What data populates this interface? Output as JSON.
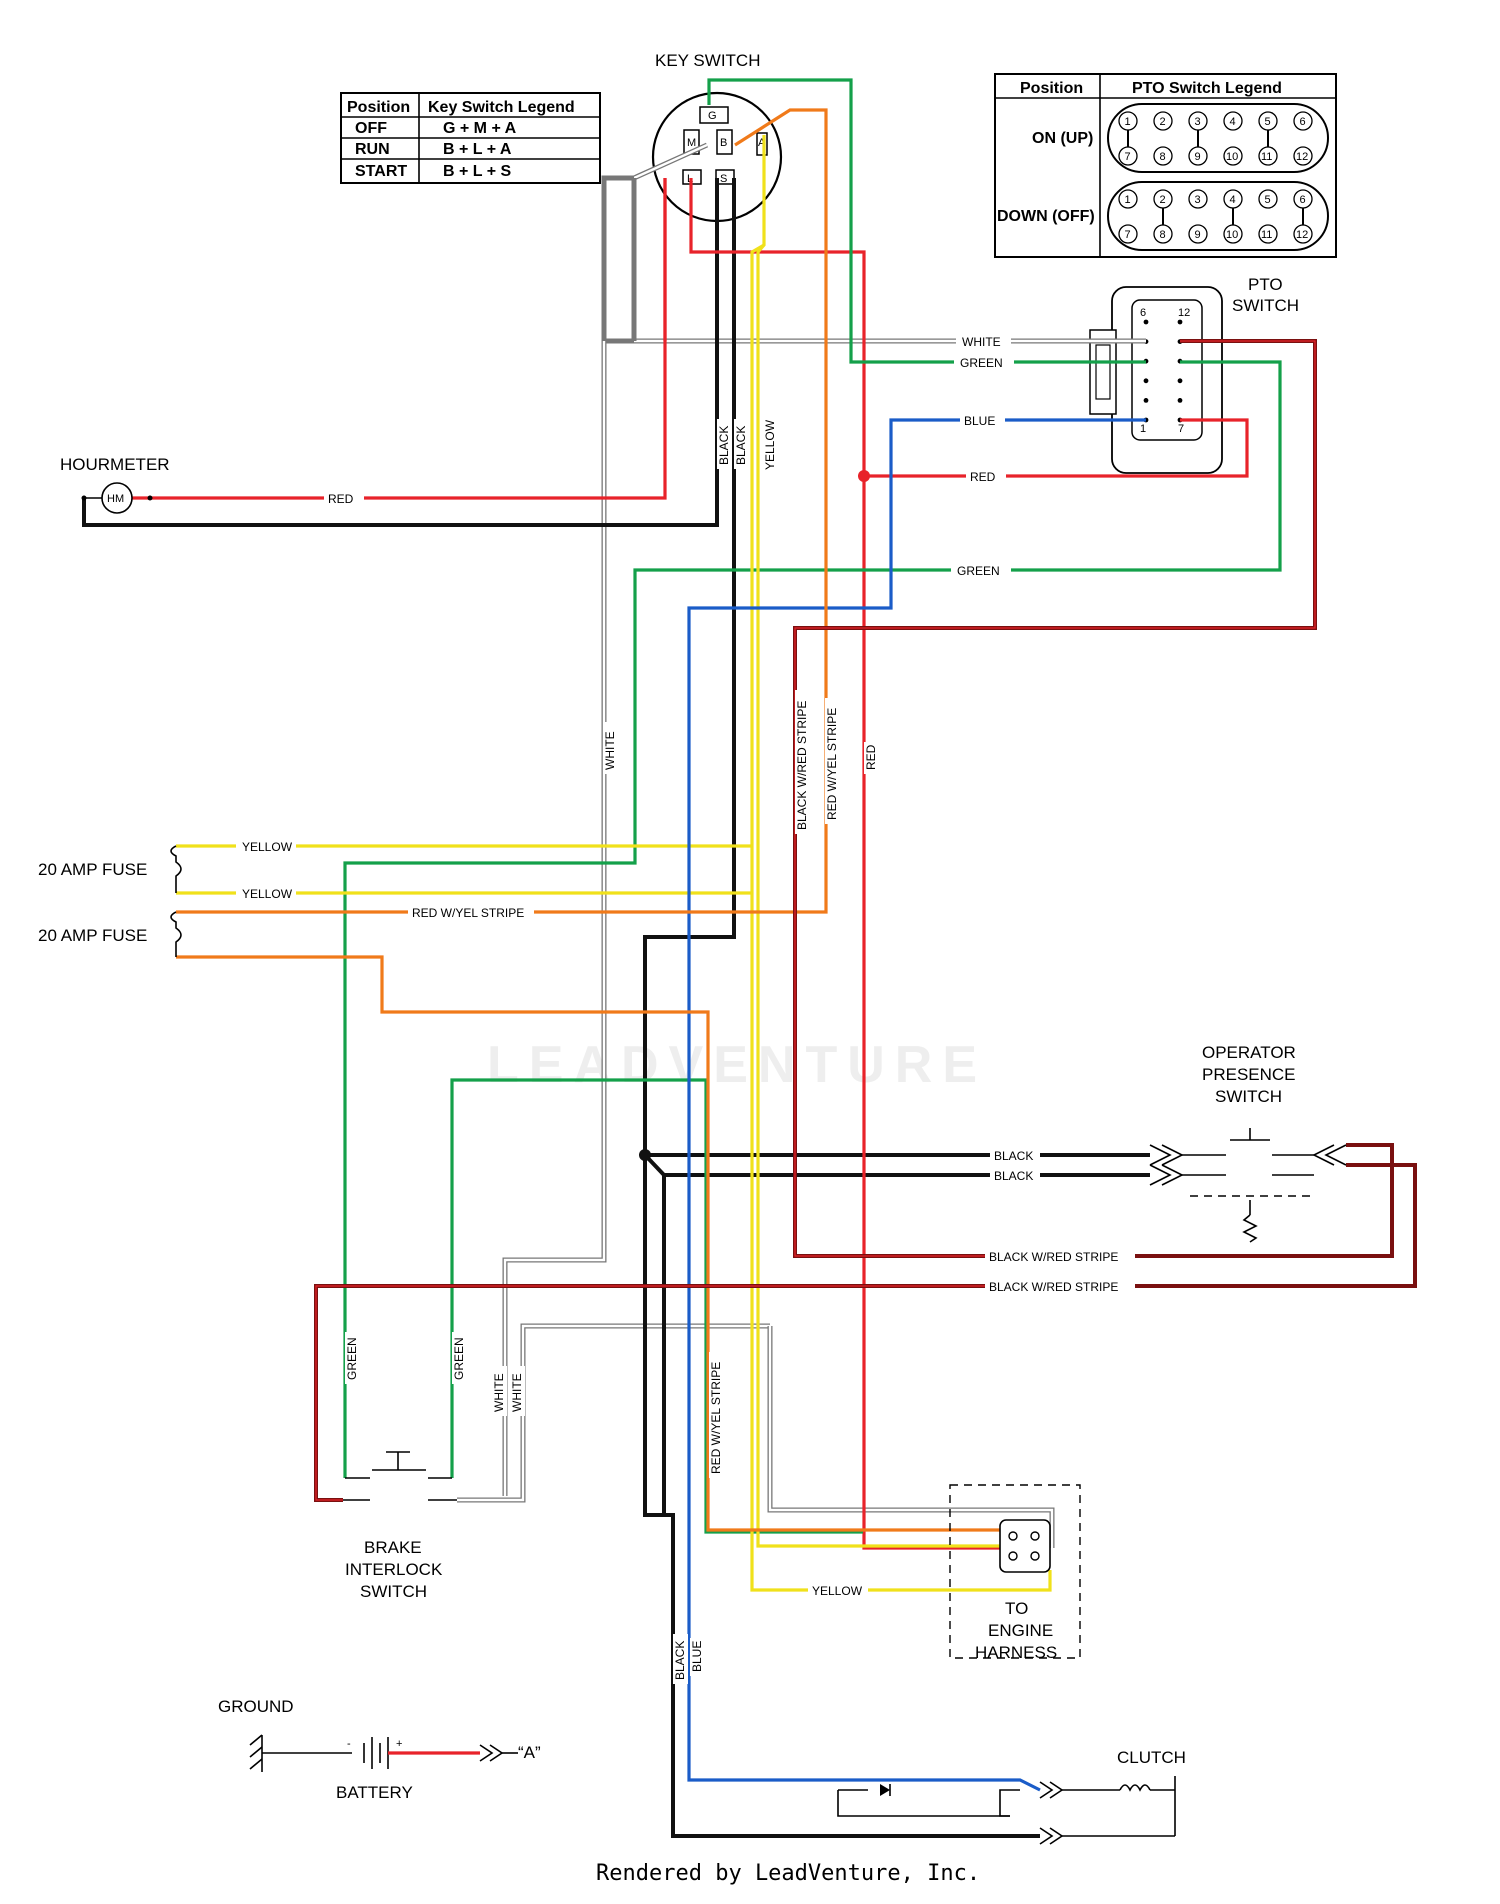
{
  "key_switch": {
    "title": "KEY SWITCH",
    "terminals": [
      "G",
      "M",
      "B",
      "A",
      "L",
      "S"
    ]
  },
  "key_legend": {
    "headers": [
      "Position",
      "Key Switch Legend"
    ],
    "rows": [
      {
        "position": "OFF",
        "legend": "G + M + A"
      },
      {
        "position": "RUN",
        "legend": "B + L + A"
      },
      {
        "position": "START",
        "legend": "B + L + S"
      }
    ]
  },
  "pto_legend": {
    "headers": [
      "Position",
      "PTO Switch Legend"
    ],
    "rows": [
      {
        "position": "ON (UP)"
      },
      {
        "position": "DOWN (OFF)"
      }
    ],
    "pins": [
      "1",
      "2",
      "3",
      "4",
      "5",
      "6",
      "7",
      "8",
      "9",
      "10",
      "11",
      "12"
    ]
  },
  "pto_switch": {
    "title_line1": "PTO",
    "title_line2": "SWITCH",
    "pins_top": [
      "6",
      "12"
    ],
    "pins_bottom": [
      "1",
      "7"
    ]
  },
  "hourmeter": {
    "label": "HOURMETER",
    "symbol": "HM"
  },
  "fuses": [
    "20 AMP FUSE",
    "20 AMP FUSE"
  ],
  "operator_switch": {
    "line1": "OPERATOR",
    "line2": "PRESENCE",
    "line3": "SWITCH"
  },
  "brake_switch": {
    "line1": "BRAKE",
    "line2": "INTERLOCK",
    "line3": "SWITCH"
  },
  "engine_harness": {
    "line1": "TO",
    "line2": "ENGINE",
    "line3": "HARNESS"
  },
  "ground": {
    "label": "GROUND"
  },
  "battery": {
    "label": "BATTERY",
    "minus": "-",
    "plus": "+",
    "ref": "“A”"
  },
  "clutch": {
    "label": "CLUTCH"
  },
  "wire_labels": {
    "white_pto": "WHITE",
    "green_pto": "GREEN",
    "blue_pto": "BLUE",
    "red_pto": "RED",
    "red_hourmeter": "RED",
    "black_1": "BLACK",
    "black_2": "BLACK",
    "yellow_main": "YELLOW",
    "green_mid": "GREEN",
    "white_main": "WHITE",
    "black_red_vert": "BLACK W/RED STRIPE",
    "red_yel_vert": "RED W/YEL STRIPE",
    "red_vert": "RED",
    "yellow_fuse_1": "YELLOW",
    "yellow_fuse_2": "YELLOW",
    "red_yel_fuse": "RED W/YEL STRIPE",
    "black_ops_1": "BLACK",
    "black_ops_2": "BLACK",
    "black_red_1": "BLACK W/RED STRIPE",
    "black_red_2": "BLACK W/RED STRIPE",
    "green_brake_1": "GREEN",
    "green_brake_2": "GREEN",
    "white_brake_1": "WHITE",
    "white_brake_2": "WHITE",
    "red_yel_lower": "RED W/YEL STRIPE",
    "yellow_engine": "YELLOW",
    "black_clutch": "BLACK",
    "blue_clutch": "BLUE"
  },
  "watermark": "LEADVENTURE",
  "footer": "Rendered by LeadVenture, Inc."
}
